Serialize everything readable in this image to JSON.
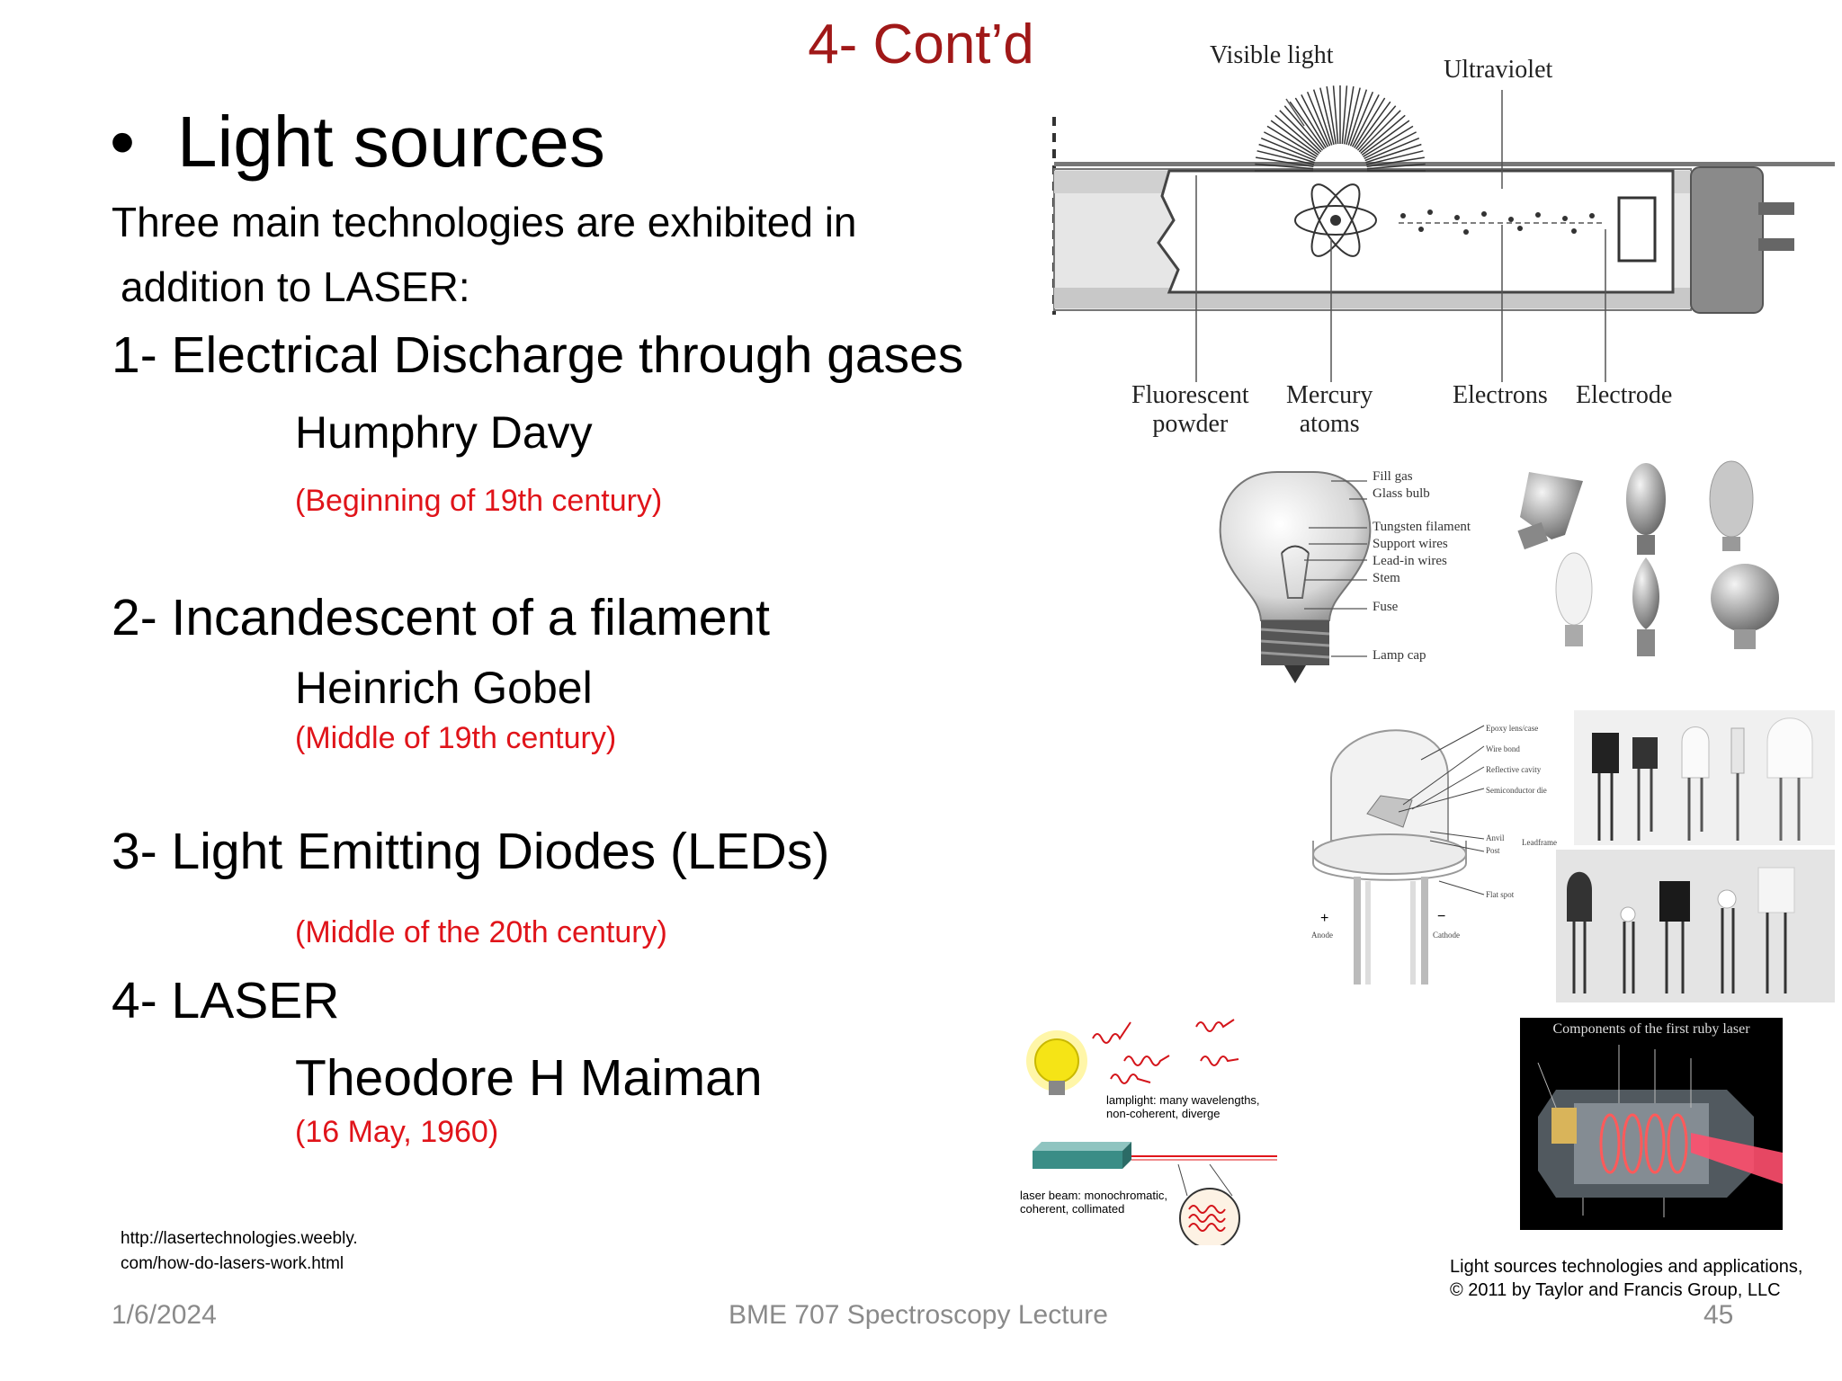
{
  "slide": {
    "title": "4- Cont’d",
    "bullet_symbol": "•",
    "bullet_heading": "Light sources",
    "intro_line1": "Three main technologies are exhibited in",
    "intro_line2": "addition to LASER:",
    "items": [
      {
        "heading": "1- Electrical Discharge through gases",
        "person": "Humphry Davy",
        "period": "(Beginning of 19th century)"
      },
      {
        "heading": "2- Incandescent of a filament",
        "person": "Heinrich Gobel",
        "period": "(Middle of 19th century)"
      },
      {
        "heading": "3- Light Emitting Diodes (LEDs)",
        "person": "",
        "period": "(Middle of the 20th century)"
      },
      {
        "heading": "4- LASER",
        "person": "Theodore H Maiman",
        "period": "(16 May, 1960)"
      }
    ],
    "source_url_line1": "http://lasertechnologies.weebly.",
    "source_url_line2": "com/how-do-lasers-work.html",
    "credit_line1": "Light sources technologies and applications,",
    "credit_line2": "© 2011 by Taylor and Francis Group, LLC"
  },
  "footer": {
    "date": "1/6/2024",
    "center": "BME 707 Spectroscopy Lecture",
    "page_number": "45"
  },
  "figures": {
    "fluorescent_tube": {
      "visible_light": "Visible light",
      "ultraviolet": "Ultraviolet",
      "fluorescent_powder_1": "Fluorescent",
      "fluorescent_powder_2": "powder",
      "mercury_atoms_1": "Mercury",
      "mercury_atoms_2": "atoms",
      "electrons": "Electrons",
      "electrode": "Electrode"
    },
    "bulb": {
      "labels": [
        "Fill gas",
        "Glass bulb",
        "Tungsten filament",
        "Support wires",
        "Lead-in wires",
        "Stem",
        "Fuse",
        "Lamp cap"
      ]
    },
    "led": {
      "labels": [
        "Epoxy lens/case",
        "Wire bond",
        "Reflective cavity",
        "Semiconductor die",
        "Anvil",
        "Post",
        "Leadframe",
        "Flat spot"
      ],
      "anode": "Anode",
      "cathode": "Cathode",
      "plus": "+",
      "minus": "−"
    },
    "lamp_vs_laser": {
      "lamp_caption_1": "lamplight: many wavelengths,",
      "lamp_caption_2": "non-coherent, diverge",
      "laser_caption_1": "laser beam: monochromatic,",
      "laser_caption_2": "coherent, collimated"
    },
    "ruby_laser": {
      "title": "Components of the first ruby laser"
    }
  }
}
